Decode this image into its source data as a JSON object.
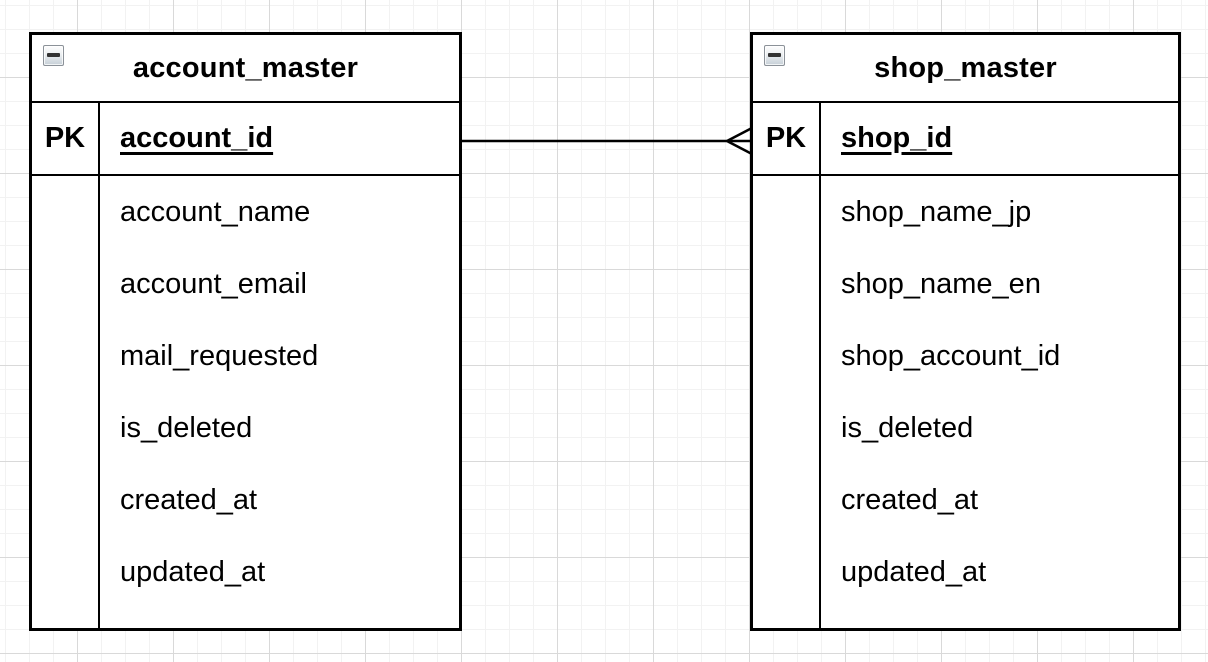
{
  "canvas": {
    "background_color": "#ffffff",
    "grid_minor_color": "#f2f2f2",
    "grid_major_color": "#d9d9d9"
  },
  "entities": [
    {
      "title": "account_master",
      "collapse_icon": "minus",
      "pk_label": "PK",
      "pk_field": "account_id",
      "fields": [
        "account_name",
        "account_email",
        "mail_requested",
        "is_deleted",
        "created_at",
        "updated_at"
      ]
    },
    {
      "title": "shop_master",
      "collapse_icon": "minus",
      "pk_label": "PK",
      "pk_field": "shop_id",
      "fields": [
        "shop_name_jp",
        "shop_name_en",
        "shop_account_id",
        "is_deleted",
        "created_at",
        "updated_at"
      ]
    }
  ],
  "relationship": {
    "from_entity": "account_master",
    "from_field": "account_id",
    "to_entity": "shop_master",
    "to_field": "shop_id",
    "cardinality_marker": "crow-foot-many",
    "line_color": "#000000"
  }
}
